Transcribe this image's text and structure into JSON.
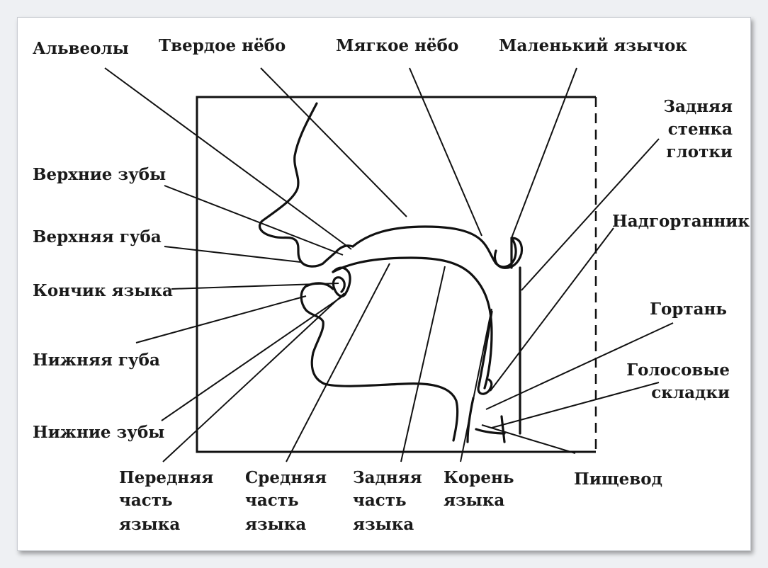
{
  "diagram": {
    "labels": {
      "alveoli": "Альвеолы",
      "hard_palate": "Твердое нёбо",
      "soft_palate": "Мягкое нёбо",
      "uvula": "Маленький язычок",
      "pharynx_wall": [
        "Задняя",
        "стенка",
        "глотки"
      ],
      "upper_teeth": "Верхние зубы",
      "upper_lip": "Верхняя губа",
      "epiglottis": "Надгортанник",
      "tongue_tip": "Кончик языка",
      "larynx": "Гортань",
      "lower_lip": "Нижняя губа",
      "vocal_folds": [
        "Голосовые",
        "складки"
      ],
      "lower_teeth": "Нижние зубы",
      "tongue_front": [
        "Передняя",
        "часть",
        "языка"
      ],
      "tongue_middle": [
        "Средняя",
        "часть",
        "языка"
      ],
      "tongue_back": [
        "Задняя",
        "часть",
        "языка"
      ],
      "tongue_root": [
        "Корень",
        "языка"
      ],
      "esophagus": "Пищевод"
    }
  }
}
